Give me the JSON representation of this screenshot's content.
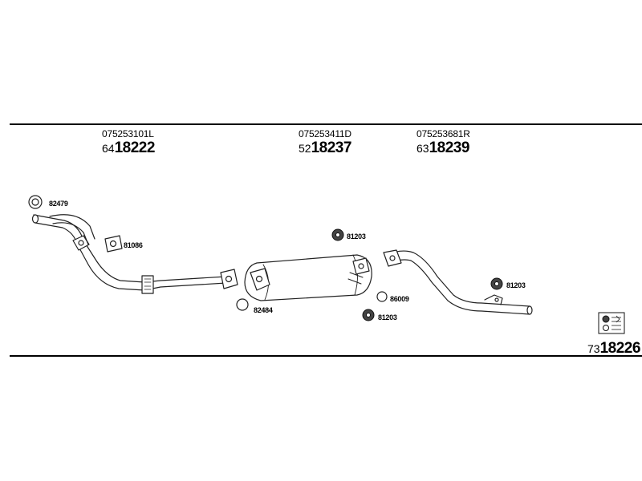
{
  "sections": [
    {
      "part_number": "075253101L",
      "code_prefix": "64",
      "code_main": "18222"
    },
    {
      "part_number": "075253411D",
      "code_prefix": "52",
      "code_main": "18237"
    },
    {
      "part_number": "075253681R",
      "code_prefix": "63",
      "code_main": "18239"
    }
  ],
  "kit": {
    "code_prefix": "73",
    "code_main": "18226",
    "icon": "mounting-kit-icon"
  },
  "labels": {
    "ring_82479": "82479",
    "gasket_81086": "81086",
    "ring_82484": "82484",
    "hanger_81203_top": "81203",
    "clamp_86009": "86009",
    "hanger_81203_bottom": "81203",
    "hanger_81203_right": "81203"
  },
  "colors": {
    "line": "#000000",
    "stroke": "#222222",
    "fill": "#ffffff",
    "shade": "#555555"
  }
}
